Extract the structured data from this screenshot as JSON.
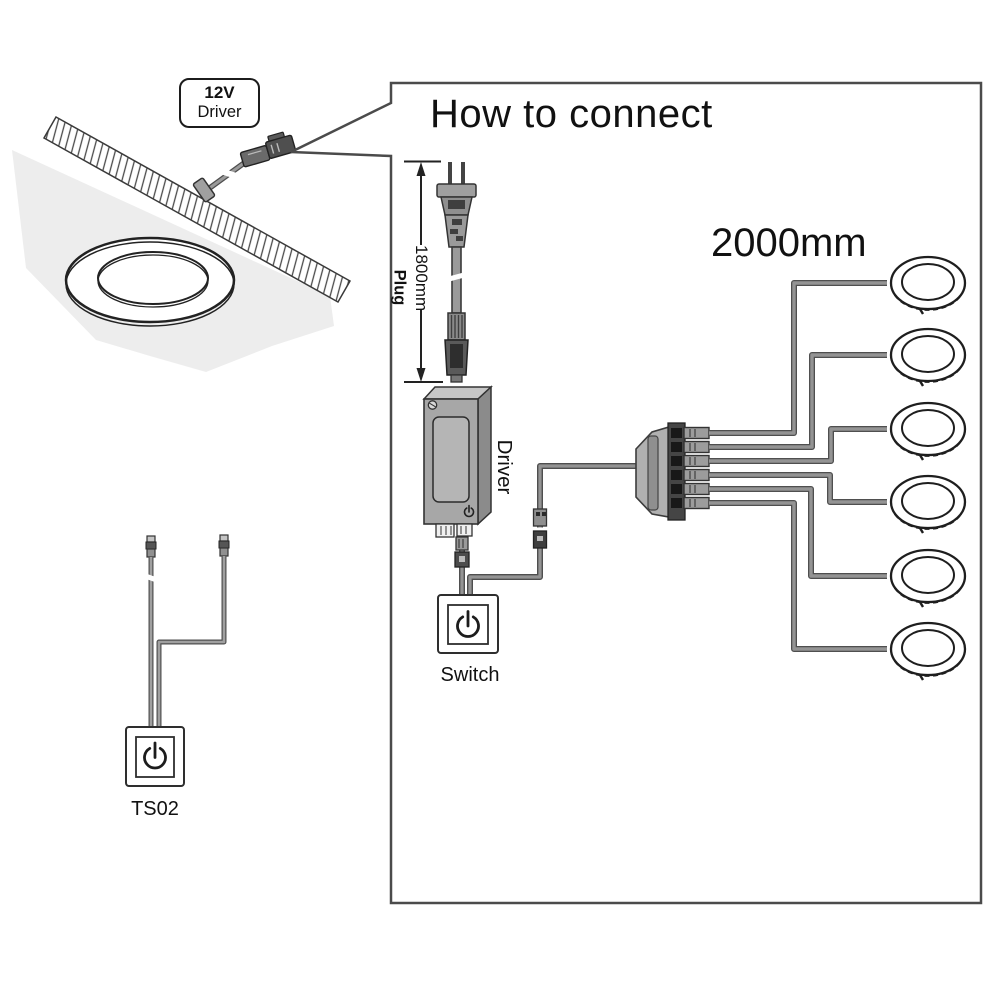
{
  "scene": {
    "callout": {
      "line1": "12V",
      "line2": "Driver"
    }
  },
  "diagram": {
    "title": "How to connect",
    "plug": {
      "label": "Plug",
      "cable_length": "1800mm"
    },
    "driver": {
      "label": "Driver"
    },
    "switch": {
      "label": "Switch"
    },
    "splitter": {
      "output_count": 6
    },
    "downlights": {
      "count": 6,
      "cable_length": "2000mm"
    }
  },
  "remote_switch": {
    "label": "TS02"
  },
  "colors": {
    "outline": "#2e2e2e",
    "wire_core": "#949494",
    "wire_edge": "#4f4f4f",
    "surface_gray": "#ededed",
    "metal_gray": "#a7a7a7"
  }
}
